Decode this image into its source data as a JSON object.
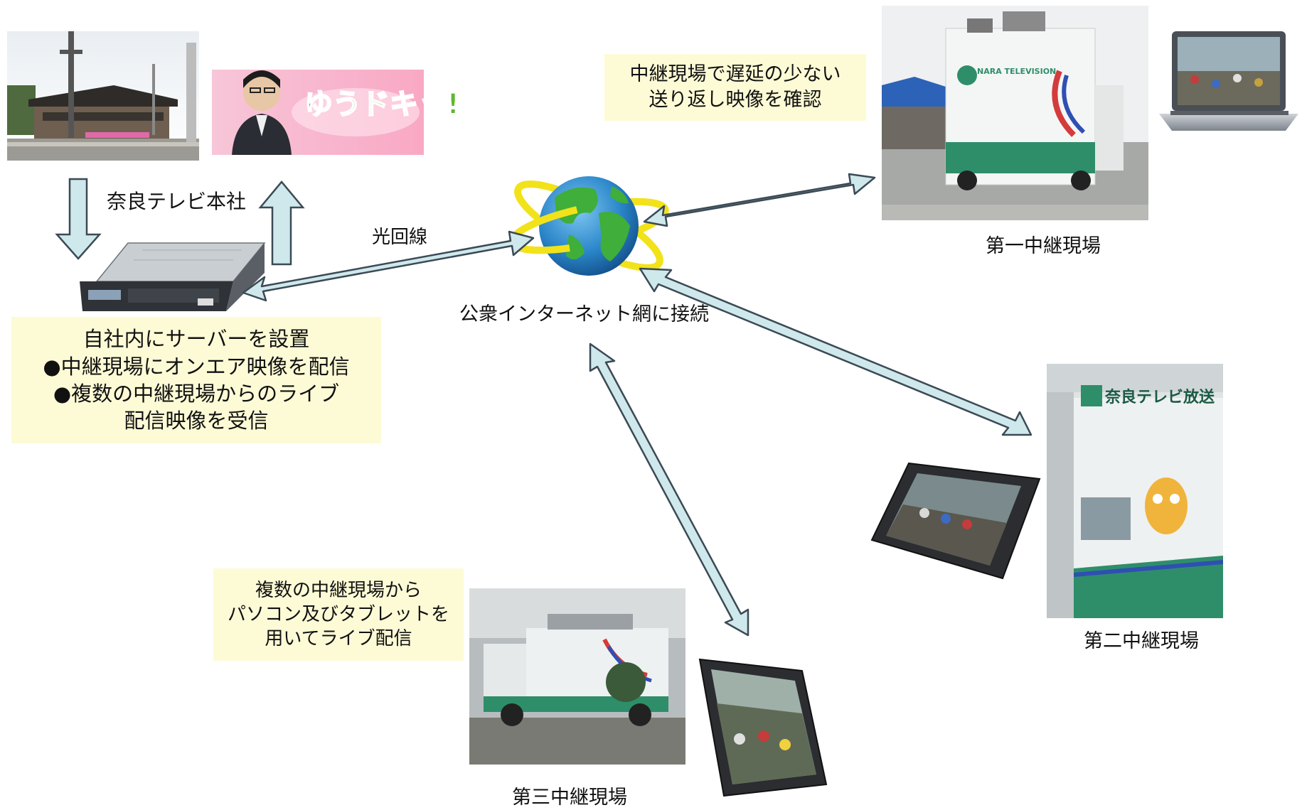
{
  "headquarters": {
    "label": "奈良テレビ本社",
    "logo_text": "ゆうドキッ!"
  },
  "server": {
    "note_lines": [
      "自社内にサーバーを設置",
      "●中継現場にオンエア映像を配信",
      "●複数の中継現場からのライブ",
      "配信映像を受信"
    ]
  },
  "network": {
    "fiber_label": "光回線",
    "internet_label": "公衆インターネット網に接続"
  },
  "site1": {
    "label": "第一中継現場",
    "note_lines": [
      "中継現場で遅延の少ない",
      "送り返し映像を確認"
    ],
    "truck_text": "NARA TELEVISION"
  },
  "site2": {
    "label": "第二中継現場",
    "truck_text": "奈良テレビ放送"
  },
  "site3": {
    "label": "第三中継現場",
    "note_lines": [
      "複数の中継現場から",
      "パソコン及びタブレットを",
      "用いてライブ配信"
    ]
  },
  "colors": {
    "arrow_fill": "#cfe8ec",
    "arrow_stroke": "#3b4a55",
    "note_bg": "#fdfbd6",
    "globe_ocean": "#2b86c9",
    "globe_land": "#3fae3a",
    "orbit": "#f2e21a"
  }
}
